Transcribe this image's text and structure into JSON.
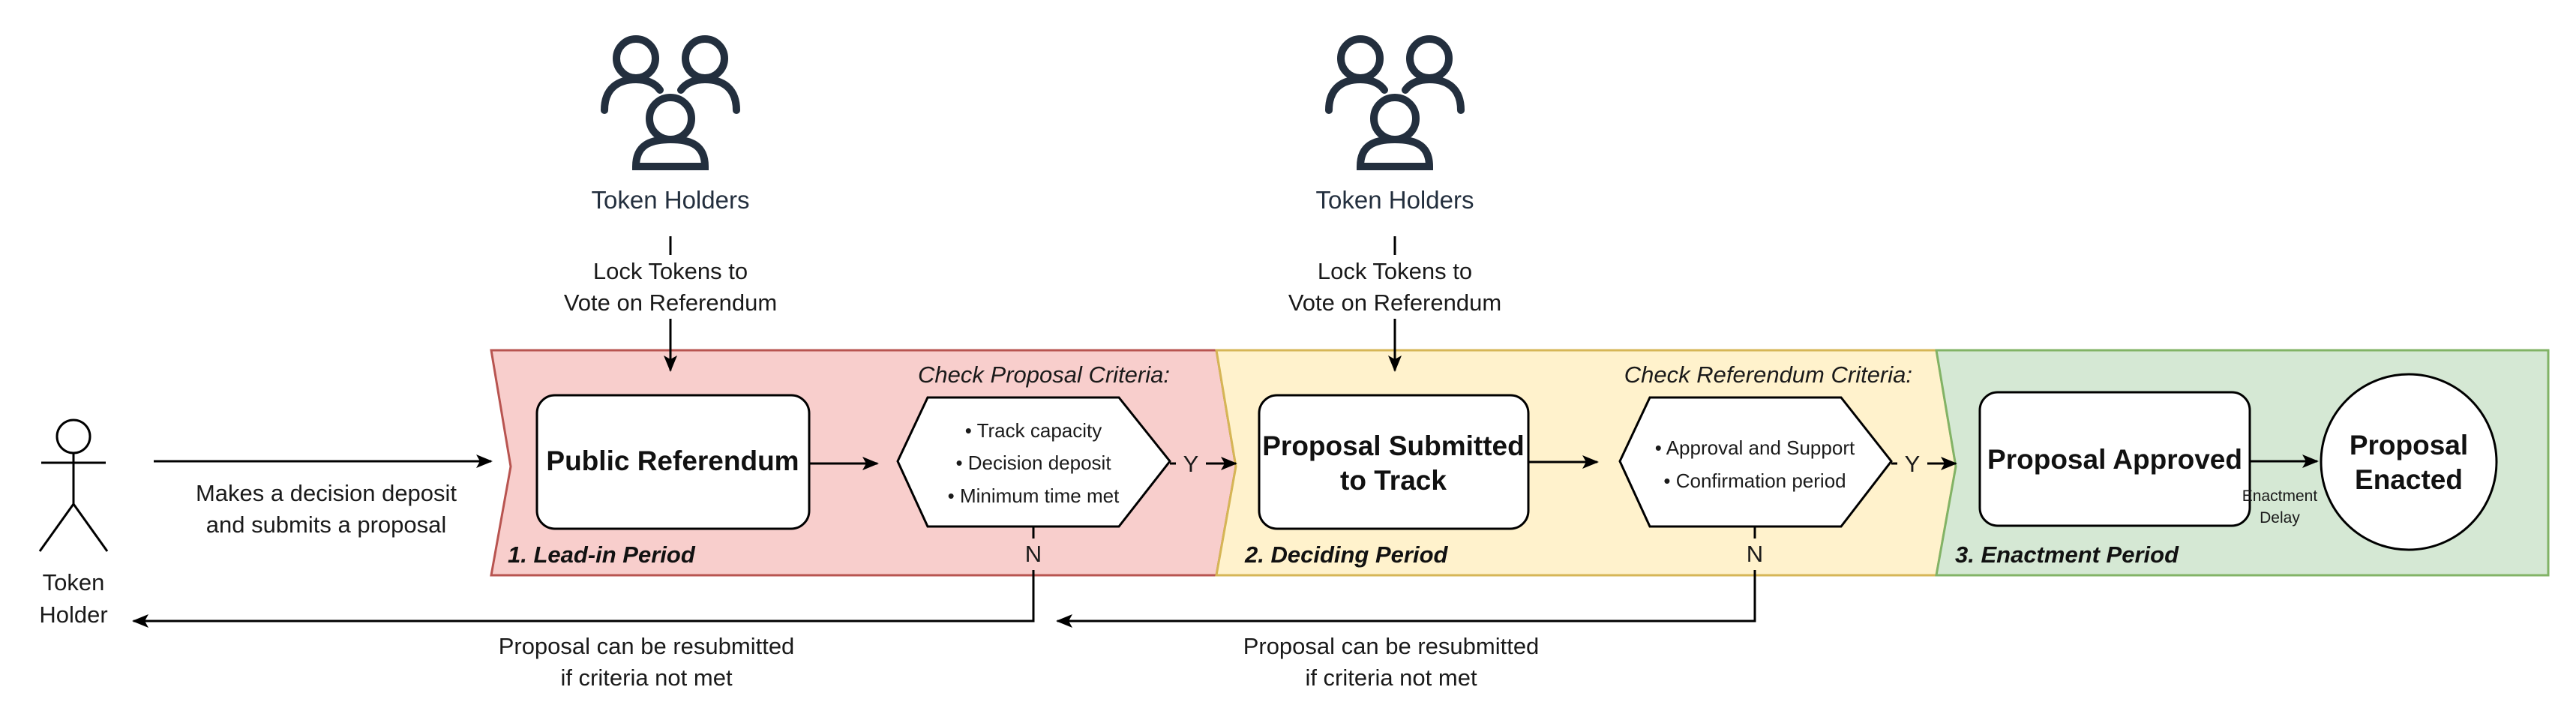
{
  "actor": {
    "label_line1": "Token",
    "label_line2": "Holder"
  },
  "submit_note": {
    "line1": "Makes a decision deposit",
    "line2": "and submits a proposal"
  },
  "voters": [
    {
      "label": "Token Holders",
      "icon": "users-group-icon",
      "lock_line1": "Lock Tokens to",
      "lock_line2": "Vote on Referendum"
    },
    {
      "label": "Token Holders",
      "icon": "users-group-icon",
      "lock_line1": "Lock Tokens to",
      "lock_line2": "Vote on Referendum"
    }
  ],
  "phases": {
    "lead_in": {
      "label": "1. Lead-in Period",
      "color": "#f8cecc",
      "border": "#b85450",
      "box": "Public Referendum",
      "criteria_title": "Check Proposal Criteria:",
      "criteria": [
        "• Track capacity",
        "• Decision deposit",
        "• Minimum time met"
      ]
    },
    "deciding": {
      "label": "2. Deciding Period",
      "color": "#fff2cc",
      "border": "#d6b656",
      "box_line1": "Proposal Submitted",
      "box_line2": "to Track",
      "criteria_title": "Check Referendum Criteria:",
      "criteria": [
        "• Approval and Support",
        "• Confirmation period"
      ]
    },
    "enactment": {
      "label": "3. Enactment Period",
      "color": "#d5e8d4",
      "border": "#82b366",
      "box": "Proposal Approved",
      "delay_line1": "Enactment",
      "delay_line2": "Delay",
      "final_line1": "Proposal",
      "final_line2": "Enacted"
    }
  },
  "branches": {
    "yes": "Y",
    "no": "N"
  },
  "resubmit_notes": [
    {
      "line1": "Proposal can be resubmitted",
      "line2": "if criteria not met"
    },
    {
      "line1": "Proposal can be resubmitted",
      "line2": "if criteria not met"
    }
  ]
}
